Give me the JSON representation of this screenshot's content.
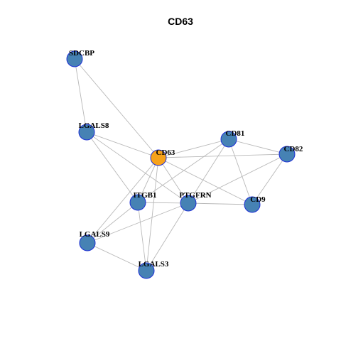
{
  "title": "CD63",
  "colors": {
    "hub": "#f7a21b",
    "node": "#4682b4",
    "node_border": "#1e2fd6",
    "edge": "#b8b8b8"
  },
  "network": {
    "hub": "CD63",
    "nodes": [
      "CD63",
      "SDCBP",
      "LGALS8",
      "CD81",
      "CD82",
      "ITGB1",
      "PTGFRN",
      "CD9",
      "LGALS9",
      "LGALS3"
    ],
    "edges": [
      [
        "SDCBP",
        "LGALS8"
      ],
      [
        "SDCBP",
        "CD63"
      ],
      [
        "LGALS8",
        "CD63"
      ],
      [
        "LGALS8",
        "ITGB1"
      ],
      [
        "LGALS8",
        "PTGFRN"
      ],
      [
        "CD63",
        "CD81"
      ],
      [
        "CD63",
        "CD82"
      ],
      [
        "CD63",
        "ITGB1"
      ],
      [
        "CD63",
        "PTGFRN"
      ],
      [
        "CD63",
        "CD9"
      ],
      [
        "CD63",
        "LGALS9"
      ],
      [
        "CD63",
        "LGALS3"
      ],
      [
        "CD81",
        "CD82"
      ],
      [
        "CD81",
        "CD9"
      ],
      [
        "CD81",
        "PTGFRN"
      ],
      [
        "CD81",
        "ITGB1"
      ],
      [
        "CD82",
        "CD9"
      ],
      [
        "CD82",
        "PTGFRN"
      ],
      [
        "ITGB1",
        "PTGFRN"
      ],
      [
        "ITGB1",
        "LGALS9"
      ],
      [
        "ITGB1",
        "LGALS3"
      ],
      [
        "PTGFRN",
        "CD9"
      ],
      [
        "PTGFRN",
        "LGALS9"
      ],
      [
        "PTGFRN",
        "LGALS3"
      ],
      [
        "LGALS9",
        "LGALS3"
      ]
    ]
  }
}
